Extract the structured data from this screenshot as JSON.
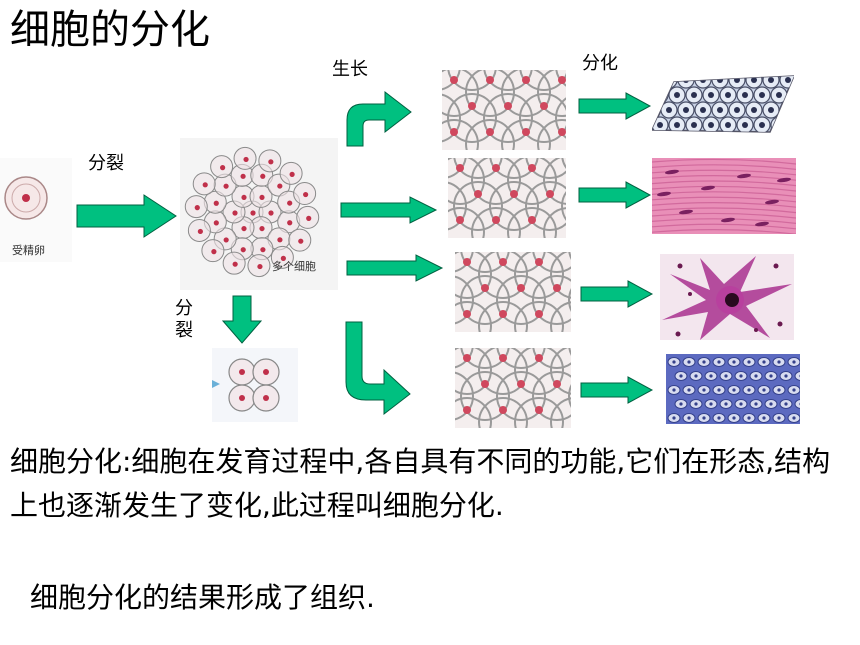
{
  "title": "细胞的分化",
  "labels": {
    "growth": "生长",
    "differentiation": "分化",
    "division_horizontal": "分裂",
    "division_vertical": "分裂",
    "zygote": "受精卵",
    "multicell": "多个细胞"
  },
  "definition": "细胞分化:细胞在发育过程中,各自具有不同的功能,它们在形态,结构上也逐渐发生了变化,此过程叫细胞分化.",
  "conclusion": "细胞分化的结果形成了组织.",
  "colors": {
    "arrow_fill": "#00c080",
    "arrow_stroke": "#006040",
    "nucleus": "#c0304a",
    "cell_outline": "#999999",
    "epithelial": "#9aa8c8",
    "muscle": "#e98fb8",
    "nerve": "#a8308e",
    "connective": "#5c6ac0"
  },
  "tissue_icons": [
    "epithelial-tissue-icon",
    "muscle-tissue-icon",
    "nerve-tissue-icon",
    "connective-tissue-icon"
  ]
}
